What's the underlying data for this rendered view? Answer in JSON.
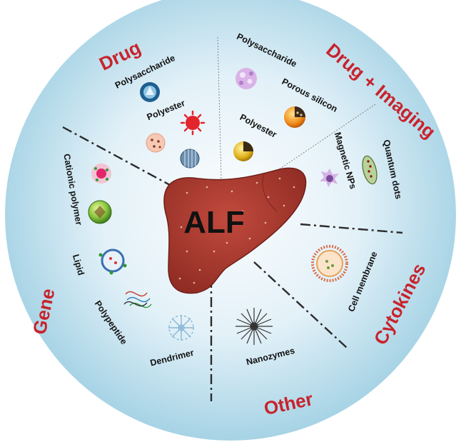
{
  "center_label": "ALF",
  "categories": {
    "drug": "Drug",
    "drug_imaging": "Drug + Imaging",
    "cytokines": "Cytokines",
    "other": "Other",
    "gene": "Gene"
  },
  "labels": {
    "drug_polysaccharide": "Polysaccharide",
    "drug_polyester": "Polyester",
    "di_polysaccharide": "Polysaccharide",
    "di_porous_silicon": "Porous silicon",
    "di_polyester": "Polyester",
    "magnetic_nps": "Magnetic NPs",
    "quantum_dots": "Quantum dots",
    "cell_membrane": "Cell membrane",
    "nanozymes": "Nanozymes",
    "dendrimer": "Dendrimer",
    "polypeptide": "Polypeptide",
    "lipid": "Lipid",
    "cationic_polymer": "Cationic polymer"
  },
  "colors": {
    "category_text": "#c8232c",
    "liver": "#a9372e",
    "circle_edge": "#9fd0e2",
    "circle_center": "#f6fbfd"
  }
}
